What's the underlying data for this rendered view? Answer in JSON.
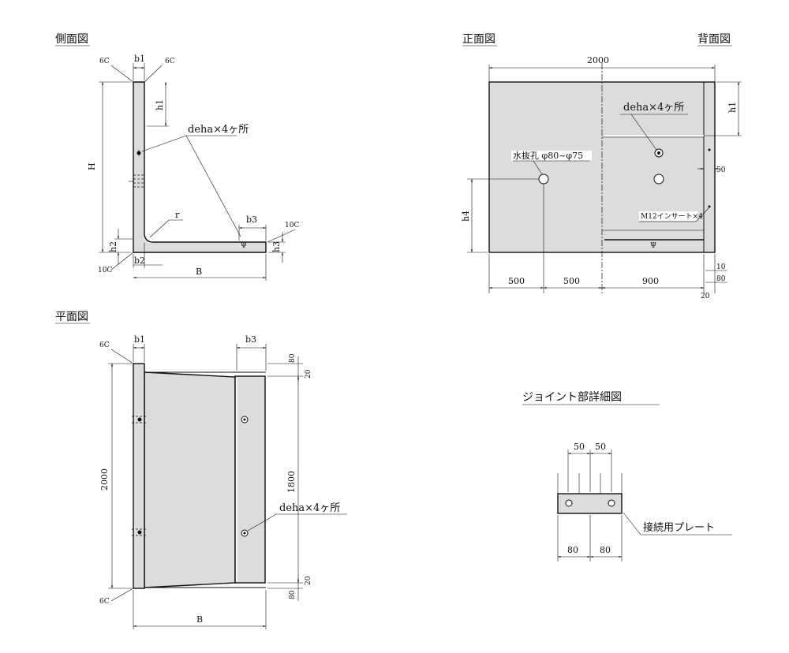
{
  "titles": {
    "side": "側面図",
    "front": "正面図",
    "back": "背面図",
    "plan": "平面図",
    "joint": "ジョイント部詳細図"
  },
  "side": {
    "chamfer_top": "6C",
    "chamfer_bottom": "10C",
    "chamfer_toe": "10C",
    "b1": "b1",
    "b2": "b2",
    "b3": "b3",
    "h1": "h1",
    "h2": "h2",
    "h3": "h3",
    "H": "H",
    "B": "B",
    "r": "r",
    "deha": "deha×4ヶ所"
  },
  "front": {
    "width": "2000",
    "h1": "h1",
    "h4": "h4",
    "deha": "deha×4ヶ所",
    "drain": "水抜孔 φ80~φ75",
    "insert": "M12インサート×4",
    "d50": "50",
    "d10": "10",
    "d80": "80",
    "d20": "20",
    "seg1": "500",
    "seg2": "500",
    "seg3": "900"
  },
  "plan": {
    "chamfer_top": "6C",
    "chamfer_bottom": "6C",
    "b1": "b1",
    "b3": "b3",
    "length": "2000",
    "inner": "1800",
    "B": "B",
    "top80": "80",
    "top20": "20",
    "bot20": "20",
    "bot80": "80",
    "deha": "deha×4ヶ所"
  },
  "joint": {
    "d50a": "50",
    "d50b": "50",
    "d80a": "80",
    "d80b": "80",
    "plate": "接続用プレート"
  }
}
